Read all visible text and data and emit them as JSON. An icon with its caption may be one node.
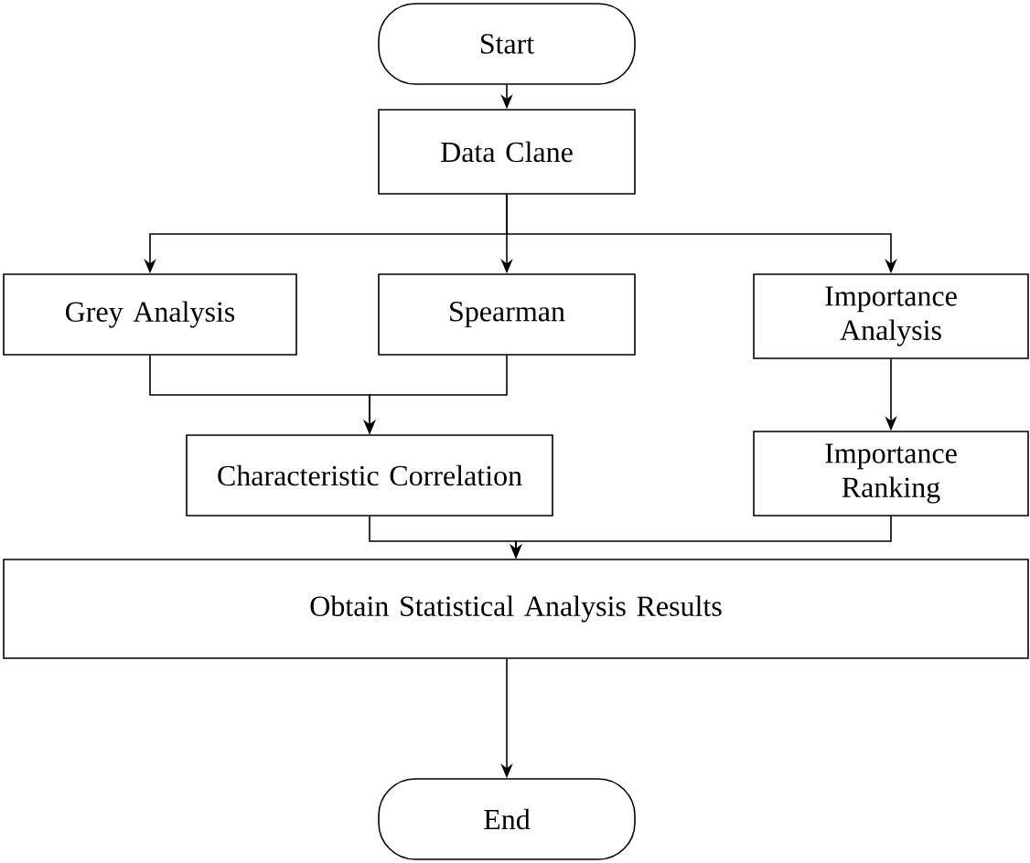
{
  "diagram": {
    "nodes": [
      {
        "text": [
          "Start"
        ]
      },
      {
        "text": [
          "Data Clane"
        ]
      },
      {
        "text": [
          "Grey Analysis"
        ]
      },
      {
        "text": [
          "Spearman"
        ]
      },
      {
        "text": [
          "Importance Analysis"
        ]
      },
      {
        "text": [
          "Characteristic Correlation"
        ]
      },
      {
        "text": [
          "Importance Ranking"
        ]
      },
      {
        "text": [
          "Obtain Statistical Analysis Results"
        ]
      },
      {
        "text": [
          "End"
        ]
      }
    ],
    "edges": [
      {
        "from": 0,
        "to": 1,
        "arrow": "to"
      },
      {
        "from": 1,
        "to": 2,
        "arrow": "to"
      },
      {
        "from": 1,
        "to": 3,
        "arrow": "to"
      },
      {
        "from": 1,
        "to": 4,
        "arrow": "to"
      },
      {
        "from": 2,
        "to": 5,
        "arrow": "to"
      },
      {
        "from": 3,
        "to": 5,
        "arrow": "to"
      },
      {
        "from": 4,
        "to": 6,
        "arrow": "to"
      },
      {
        "from": 5,
        "to": 7,
        "arrow": "to"
      },
      {
        "from": 6,
        "to": 7,
        "arrow": "to"
      },
      {
        "from": 7,
        "to": 8,
        "arrow": "to"
      }
    ]
  }
}
